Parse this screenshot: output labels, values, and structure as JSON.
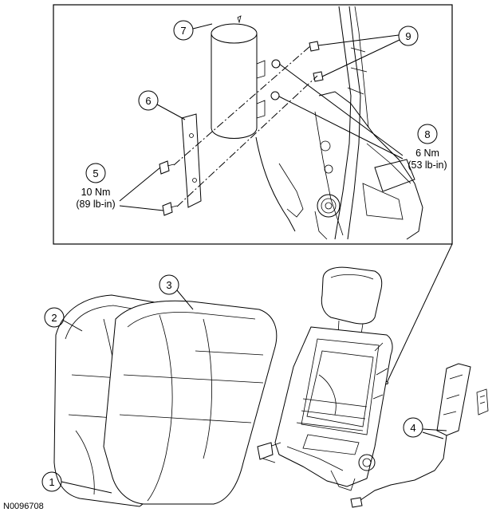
{
  "callouts": {
    "c1": "1",
    "c2": "2",
    "c3": "3",
    "c4": "4",
    "c5": "5",
    "c6": "6",
    "c7": "7",
    "c8": "8",
    "c9": "9"
  },
  "torque": {
    "item5": {
      "metric": "10 Nm",
      "imperial": "(89 lb-in)"
    },
    "item8": {
      "metric": "6 Nm",
      "imperial": "(53 lb-in)"
    }
  },
  "figure_id": "N0096708"
}
